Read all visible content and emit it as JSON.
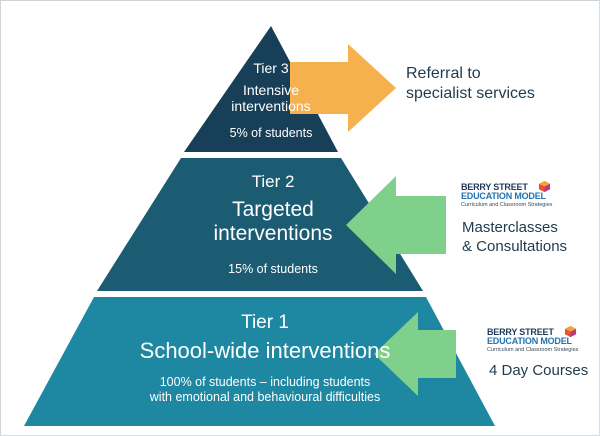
{
  "tiers": [
    {
      "tier": "Tier 3",
      "title_line1": "Intensive",
      "title_line2": "interventions",
      "share": "5% of students",
      "color": "#173f57"
    },
    {
      "tier": "Tier 2",
      "title_line1": "Targeted",
      "title_line2": "interventions",
      "share": "15% of students",
      "color": "#1b5c73"
    },
    {
      "tier": "Tier 1",
      "title_line1": "School-wide interventions",
      "share_line1": "100% of students – including students",
      "share_line2": "with emotional and behavioural difficulties",
      "color": "#1e87a2"
    }
  ],
  "arrows": {
    "tier3_color": "#f6b14f",
    "tier2_color": "#7fd08a",
    "tier1_color": "#7fd08a"
  },
  "side": {
    "tier3_line1": "Referral to",
    "tier3_line2": "specialist services",
    "tier2_line1": "Masterclasses",
    "tier2_line2": "& Consultations",
    "tier1_line1": "4 Day Courses"
  },
  "logo": {
    "line1": "BERRY STREET",
    "line2": "EDUCATION MODEL",
    "line3": "Curriculum and Classroom Strategies",
    "cube_colors": [
      "#f2a33a",
      "#e8532c",
      "#b83a7a"
    ]
  }
}
